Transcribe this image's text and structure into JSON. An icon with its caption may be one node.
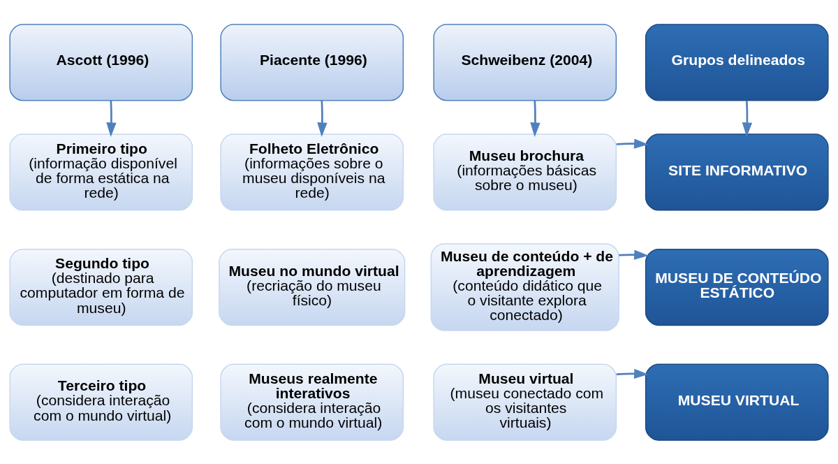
{
  "diagram": {
    "nodes": [
      {
        "text": [
          "Ascott (1996)"
        ]
      },
      {
        "text": [
          "Piacente (1996)"
        ]
      },
      {
        "text": [
          "Schweibenz (2004)"
        ]
      },
      {
        "text": [
          "Grupos delineados"
        ]
      },
      {
        "text": [
          "Primeiro tipo",
          "(informação disponível de forma estática na rede)"
        ]
      },
      {
        "text": [
          "Folheto Eletrônico",
          "(informações sobre o museu disponíveis na rede)"
        ]
      },
      {
        "text": [
          "Museu brochura",
          "(informações básicas sobre o museu)"
        ]
      },
      {
        "text": [
          "SITE INFORMATIVO"
        ]
      },
      {
        "text": [
          "Segundo tipo",
          "(destinado para computador em forma de museu)"
        ]
      },
      {
        "text": [
          "Museu no mundo virtual",
          "(recriação do museu físico)"
        ]
      },
      {
        "text": [
          "Museu de conteúdo + de aprendizagem",
          "(conteúdo didático que o visitante explora conectado)"
        ]
      },
      {
        "text": [
          "MUSEU DE CONTEÚDO ESTÁTICO"
        ]
      },
      {
        "text": [
          "Terceiro tipo",
          "(considera interação com o mundo virtual)"
        ]
      },
      {
        "text": [
          "Museus realmente interativos",
          "(considera interação com o mundo virtual)"
        ]
      },
      {
        "text": [
          "Museu virtual",
          "(museu conectado com os visitantes virtuais)"
        ]
      },
      {
        "text": [
          "MUSEU VIRTUAL"
        ]
      }
    ],
    "edges": [
      {
        "from": 0,
        "to": 4,
        "arrow": "to"
      },
      {
        "from": 1,
        "to": 5,
        "arrow": "to"
      },
      {
        "from": 2,
        "to": 6,
        "arrow": "to"
      },
      {
        "from": 3,
        "to": 7,
        "arrow": "to"
      },
      {
        "from": 6,
        "to": 7,
        "arrow": "to"
      },
      {
        "from": 10,
        "to": 11,
        "arrow": "to"
      },
      {
        "from": 14,
        "to": 15,
        "arrow": "to"
      }
    ]
  }
}
